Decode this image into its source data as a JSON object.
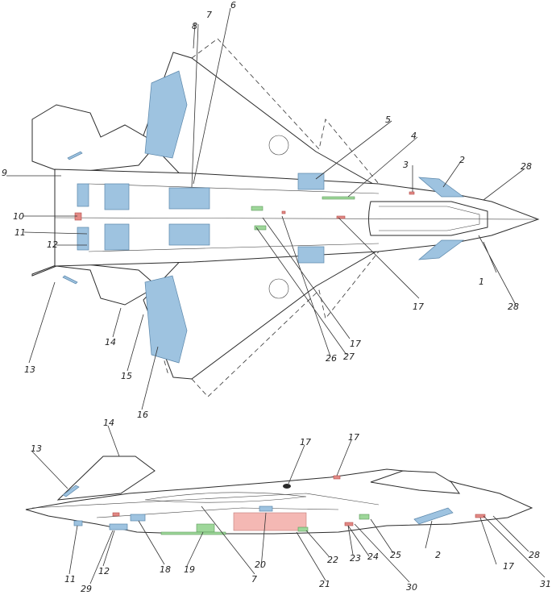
{
  "diagram": {
    "plan_view_labels": [
      "1",
      "2",
      "3",
      "4",
      "5",
      "6",
      "7",
      "8",
      "9",
      "10",
      "11",
      "12",
      "13",
      "14",
      "15",
      "16",
      "17",
      "17",
      "26",
      "27",
      "28",
      "28"
    ],
    "side_view_labels": [
      "2",
      "7",
      "11",
      "12",
      "13",
      "14",
      "17",
      "17",
      "17",
      "18",
      "19",
      "20",
      "21",
      "22",
      "23",
      "24",
      "25",
      "28",
      "29",
      "30",
      "31"
    ]
  },
  "colors": {
    "line": "#2b2b2b",
    "blue_panel": "#9ec3e0",
    "green_panel": "#9ed79a",
    "red_panel": "#e28a86",
    "pink_panel": "#f4b8b4"
  },
  "labels": {
    "p1": "1",
    "p2": "2",
    "p3": "3",
    "p4": "4",
    "p5": "5",
    "p6": "6",
    "p7": "7",
    "p8": "8",
    "p9": "9",
    "p10": "10",
    "p11": "11",
    "p12": "12",
    "p13": "13",
    "p14": "14",
    "p15": "15",
    "p16": "16",
    "p17a": "17",
    "p17b": "17",
    "p26": "26",
    "p27": "27",
    "p28a": "28",
    "p28b": "28",
    "s2": "2",
    "s7": "7",
    "s11": "11",
    "s12": "12",
    "s13": "13",
    "s14": "14",
    "s17a": "17",
    "s17b": "17",
    "s17c": "17",
    "s18": "18",
    "s19": "19",
    "s20": "20",
    "s21": "21",
    "s22": "22",
    "s23": "23",
    "s24": "24",
    "s25": "25",
    "s28": "28",
    "s29": "29",
    "s30": "30",
    "s31": "31"
  }
}
